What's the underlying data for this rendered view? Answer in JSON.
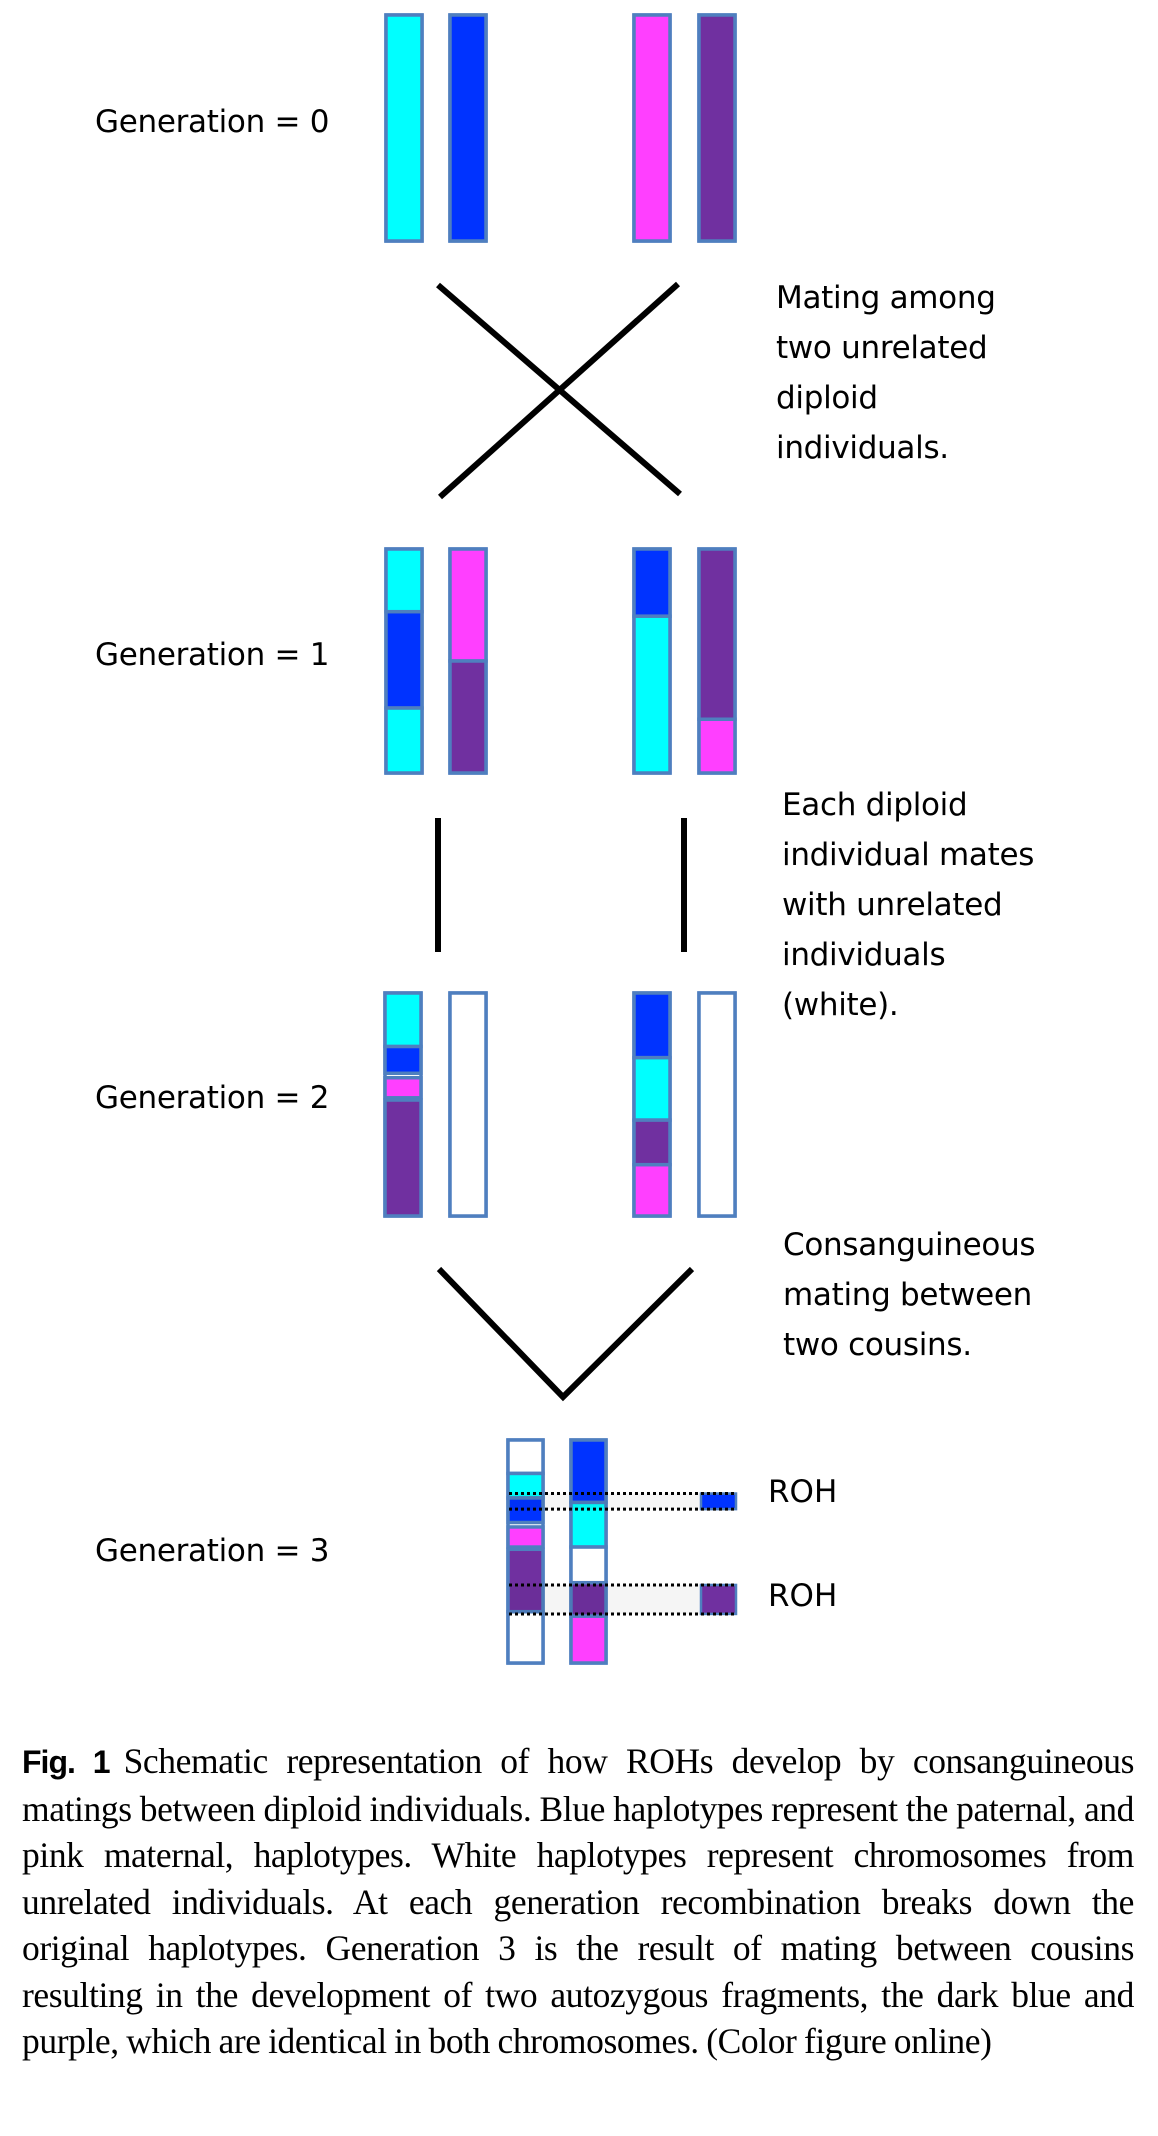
{
  "colors": {
    "cyan": "#00ffff",
    "blue": "#0033ff",
    "pink": "#ff3fff",
    "purple": "#7030a0",
    "white": "#ffffff",
    "outline": "#4f7fbf",
    "line": "#000000"
  },
  "generations": [
    {
      "label": "Generation = 0",
      "individuals": [
        {
          "chromosomes": [
            {
              "segments": [
                {
                  "color": "cyan",
                  "from": 0,
                  "to": 1
                }
              ]
            },
            {
              "segments": [
                {
                  "color": "blue",
                  "from": 0,
                  "to": 1
                }
              ]
            }
          ]
        },
        {
          "chromosomes": [
            {
              "segments": [
                {
                  "color": "pink",
                  "from": 0,
                  "to": 1
                }
              ]
            },
            {
              "segments": [
                {
                  "color": "purple",
                  "from": 0,
                  "to": 1
                }
              ]
            }
          ]
        }
      ]
    },
    {
      "label": "Generation = 1",
      "individuals": [
        {
          "chromosomes": [
            {
              "segments": [
                {
                  "color": "cyan",
                  "from": 0,
                  "to": 0.28
                },
                {
                  "color": "blue",
                  "from": 0.28,
                  "to": 0.71
                },
                {
                  "color": "cyan",
                  "from": 0.71,
                  "to": 1
                }
              ]
            },
            {
              "segments": [
                {
                  "color": "pink",
                  "from": 0,
                  "to": 0.5
                },
                {
                  "color": "purple",
                  "from": 0.5,
                  "to": 1
                }
              ]
            }
          ]
        },
        {
          "chromosomes": [
            {
              "segments": [
                {
                  "color": "blue",
                  "from": 0,
                  "to": 0.3
                },
                {
                  "color": "cyan",
                  "from": 0.3,
                  "to": 1
                }
              ]
            },
            {
              "segments": [
                {
                  "color": "purple",
                  "from": 0,
                  "to": 0.76
                },
                {
                  "color": "pink",
                  "from": 0.76,
                  "to": 1
                }
              ]
            }
          ]
        }
      ]
    },
    {
      "label": "Generation = 2",
      "individuals": [
        {
          "chromosomes": [
            {
              "segments": [
                {
                  "color": "cyan",
                  "from": 0,
                  "to": 0.24
                },
                {
                  "color": "blue",
                  "from": 0.24,
                  "to": 0.36
                },
                {
                  "color": "pink",
                  "from": 0.38,
                  "to": 0.47
                },
                {
                  "color": "purple",
                  "from": 0.48,
                  "to": 1
                }
              ]
            },
            {
              "segments": [
                {
                  "color": "white",
                  "from": 0,
                  "to": 1
                }
              ]
            }
          ]
        },
        {
          "chromosomes": [
            {
              "segments": [
                {
                  "color": "blue",
                  "from": 0,
                  "to": 0.29
                },
                {
                  "color": "cyan",
                  "from": 0.29,
                  "to": 0.57
                },
                {
                  "color": "purple",
                  "from": 0.57,
                  "to": 0.77
                },
                {
                  "color": "pink",
                  "from": 0.77,
                  "to": 1
                }
              ]
            },
            {
              "segments": [
                {
                  "color": "white",
                  "from": 0,
                  "to": 1
                }
              ]
            }
          ]
        }
      ]
    },
    {
      "label": "Generation = 3",
      "individuals": [
        {
          "chromosomes": [
            {
              "segments": [
                {
                  "color": "white",
                  "from": 0,
                  "to": 0.15
                },
                {
                  "color": "cyan",
                  "from": 0.15,
                  "to": 0.26
                },
                {
                  "color": "blue",
                  "from": 0.26,
                  "to": 0.37
                },
                {
                  "color": "pink",
                  "from": 0.39,
                  "to": 0.48
                },
                {
                  "color": "purple",
                  "from": 0.49,
                  "to": 0.77
                },
                {
                  "color": "white",
                  "from": 0.77,
                  "to": 1
                }
              ]
            },
            {
              "segments": [
                {
                  "color": "blue",
                  "from": 0,
                  "to": 0.28
                },
                {
                  "color": "cyan",
                  "from": 0.28,
                  "to": 0.48
                },
                {
                  "color": "white",
                  "from": 0.48,
                  "to": 0.64
                },
                {
                  "color": "purple",
                  "from": 0.64,
                  "to": 0.79
                },
                {
                  "color": "pink",
                  "from": 0.79,
                  "to": 1
                }
              ]
            }
          ]
        }
      ]
    }
  ],
  "annotations": {
    "mating_unrelated": "Mating among\ntwo unrelated\ndiploid\nindividuals.",
    "mates_unrelated": "Each diploid\nindividual mates\nwith unrelated\nindividuals\n(white).",
    "consanguineous": "Consanguineous\nmating between\ntwo cousins."
  },
  "roh": [
    {
      "label": "ROH",
      "color": "blue",
      "from": 0.24,
      "to": 0.31
    },
    {
      "label": "ROH",
      "color": "purple",
      "from": 0.65,
      "to": 0.78
    }
  ],
  "caption": {
    "fig_label": "Fig. 1",
    "text": "Schematic representation of how ROHs develop by consanguineous matings between diploid individuals. Blue haplotypes represent the paternal, and pink maternal, haplotypes. White haplotypes represent chromosomes from unrelated individuals. At each generation recombination breaks down the original haplotypes. Generation 3 is the result of mating between cousins resulting in the development of two autozygous fragments, the dark blue and purple, which are identical in both chromosomes. (Color figure online)"
  }
}
